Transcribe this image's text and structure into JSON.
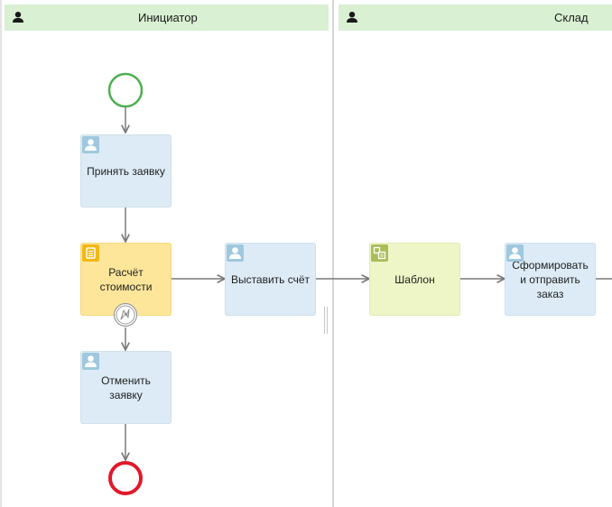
{
  "lanes": {
    "left": {
      "title": "Инициатор",
      "icon": "person-icon"
    },
    "right": {
      "title": "Склад",
      "icon": "person-icon"
    }
  },
  "tasks": {
    "accept": {
      "label": "Принять заявку",
      "type": "user-task",
      "icon": "user-task-icon"
    },
    "calc": {
      "label": "Расчёт стоимости",
      "type": "script-task",
      "icon": "script-task-icon"
    },
    "invoice": {
      "label": "Выставить счёт",
      "type": "user-task",
      "icon": "user-task-icon"
    },
    "cancel": {
      "label": "Отменить заявку",
      "type": "user-task",
      "icon": "user-task-icon"
    },
    "template": {
      "label": "Шаблон",
      "type": "template-task",
      "icon": "template-task-icon"
    },
    "form": {
      "label": "Сформировать и отправить заказ",
      "type": "user-task",
      "icon": "user-task-icon"
    }
  },
  "events": {
    "start": {
      "type": "start-event",
      "color": "#4caf50"
    },
    "end": {
      "type": "end-event",
      "color": "#e0192b"
    },
    "error_boundary": {
      "type": "error-boundary-event",
      "icon": "lightning-icon"
    }
  },
  "colors": {
    "lane_header_bg": "#d9f0d3",
    "user_task_bg": "#dcebf5",
    "script_task_bg": "#fde69a",
    "template_task_bg": "#eef5c6",
    "user_icon_bg": "#9fc8de",
    "script_icon_bg": "#f2b817",
    "template_icon_bg": "#a9bd59",
    "connector": "#7a7a7a"
  }
}
